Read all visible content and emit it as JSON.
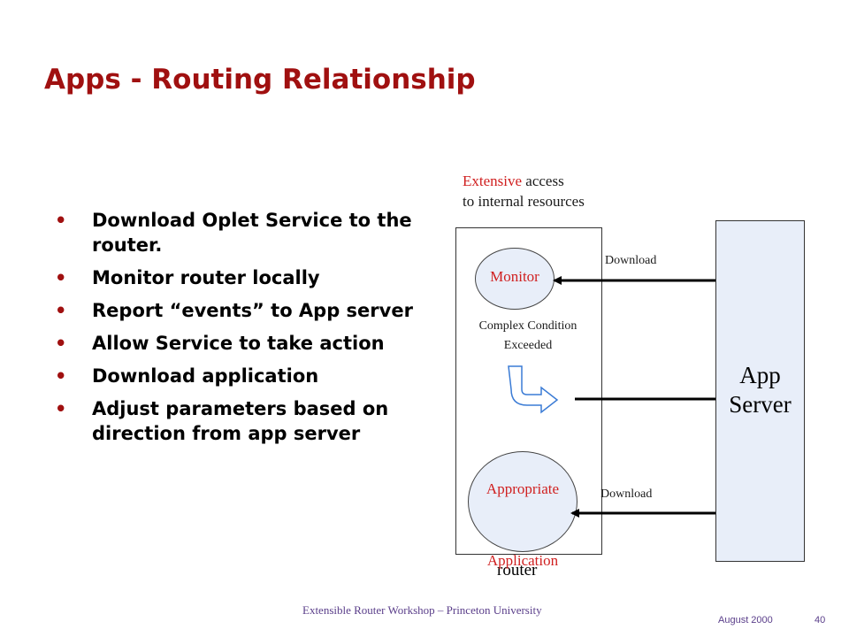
{
  "title": "Apps - Routing Relationship",
  "bullets": [
    "Download Oplet Service to the router.",
    "Monitor router locally",
    "Report “events” to App server",
    "Allow Service to take action",
    "Download application",
    "Adjust parameters based on direction from app server"
  ],
  "bullet_marker": "•",
  "diagram": {
    "access_note_red": "Extensive",
    "access_note_rest": " access",
    "access_note_line2": "to internal resources",
    "monitor_label": "Monitor",
    "complex_line1": "Complex Condition",
    "complex_line2": "Exceeded",
    "application_line1": "Appropriate",
    "application_line2": "Application",
    "router_label": "router",
    "server_line1": "App",
    "server_line2": "Server",
    "download_top": "Download",
    "download_bottom": "Download"
  },
  "footer": {
    "center": "Extensible Router Workshop – Princeton University",
    "date": "August 2000",
    "page": "40"
  },
  "colors": {
    "title": "#a01010",
    "highlight": "#d02020",
    "shape_fill": "#e8eef9",
    "footer": "#5a3e8a"
  }
}
